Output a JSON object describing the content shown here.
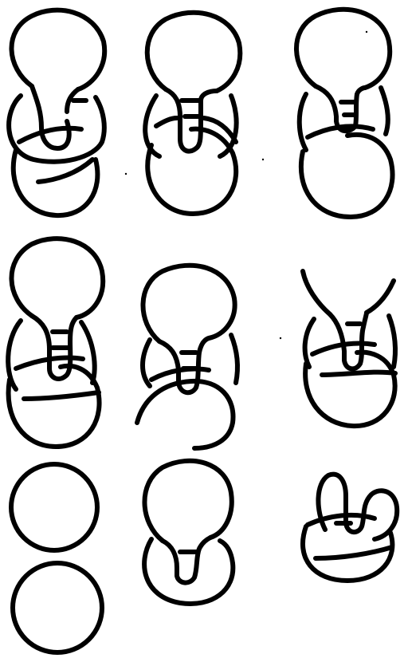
{
  "figure": {
    "background": "#ffffff",
    "ink_color": "#000000",
    "rows": 3,
    "columns": 3,
    "panels": [
      {
        "id": "r1c1",
        "row": 1,
        "col": 1,
        "kind": "link-diagram"
      },
      {
        "id": "r1c2",
        "row": 1,
        "col": 2,
        "kind": "link-diagram"
      },
      {
        "id": "r1c3",
        "row": 1,
        "col": 3,
        "kind": "link-diagram"
      },
      {
        "id": "r2c1",
        "row": 2,
        "col": 1,
        "kind": "link-diagram"
      },
      {
        "id": "r2c2",
        "row": 2,
        "col": 2,
        "kind": "link-diagram"
      },
      {
        "id": "r2c3",
        "row": 2,
        "col": 3,
        "kind": "link-diagram"
      },
      {
        "id": "r3c1",
        "row": 3,
        "col": 1,
        "kind": "two-unlinked-circles"
      },
      {
        "id": "r3c2",
        "row": 3,
        "col": 2,
        "kind": "link-diagram"
      },
      {
        "id": "r3c3",
        "row": 3,
        "col": 3,
        "kind": "link-diagram"
      }
    ]
  }
}
